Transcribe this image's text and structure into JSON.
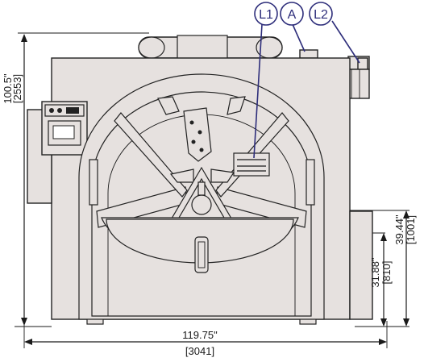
{
  "callouts": {
    "l1": "L1",
    "a": "A",
    "l2": "L2"
  },
  "dimensions": {
    "height_in": "100.5\"",
    "height_mm": "[2553]",
    "width_in": "119.75\"",
    "width_mm": "[3041]",
    "h1_in": "31.88\"",
    "h1_mm": "[810]",
    "h2_in": "39.44\"",
    "h2_mm": "[1001]"
  },
  "colors": {
    "body": "#e6e1df",
    "callout": "#2d2d7a",
    "line": "#1a1a1a"
  }
}
